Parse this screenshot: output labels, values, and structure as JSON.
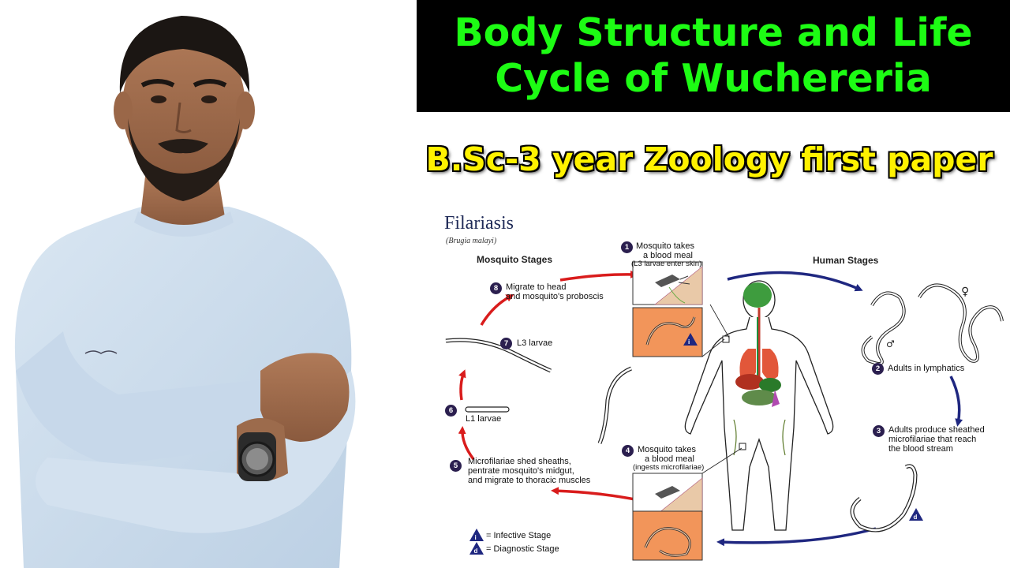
{
  "title": {
    "line1": "Body Structure and Life",
    "line2": "Cycle of Wuchereria"
  },
  "subtitle": "B.Sc-3 year Zoology first paper",
  "diagram": {
    "heading": "Filariasis",
    "species": "(Brugia malayi)",
    "mosquito_stages_label": "Mosquito Stages",
    "human_stages_label": "Human Stages",
    "steps": [
      {
        "num": "1",
        "lines": [
          "Mosquito takes",
          "a blood meal"
        ],
        "note": "(L3 larvae enter skin)"
      },
      {
        "num": "2",
        "lines": [
          "Adults in lymphatics"
        ]
      },
      {
        "num": "3",
        "lines": [
          "Adults produce sheathed",
          "microfilariae that reach",
          "the blood stream"
        ]
      },
      {
        "num": "4",
        "lines": [
          "Mosquito takes",
          "a blood meal"
        ],
        "note": "(ingests microfilariae)"
      },
      {
        "num": "5",
        "lines": [
          "Microfilariae shed sheaths,",
          "pentrate mosquito's midgut,",
          "and migrate to thoracic muscles"
        ]
      },
      {
        "num": "6",
        "lines": [
          "L1 larvae"
        ]
      },
      {
        "num": "7",
        "lines": [
          "L3 larvae"
        ]
      },
      {
        "num": "8",
        "lines": [
          "Migrate to head",
          "and mosquito's proboscis"
        ]
      }
    ],
    "legend": [
      {
        "symbol": "i",
        "text": "= Infective Stage"
      },
      {
        "symbol": "d",
        "text": "= Diagnostic Stage"
      }
    ],
    "sex_symbols": {
      "female": "♀",
      "male": "♂"
    },
    "stage_markers": {
      "infective": "i",
      "diagnostic": "d"
    }
  },
  "colors": {
    "title_green": "#1dfc14",
    "subtitle_yellow": "#fff200",
    "mosquito_arrow_red": "#d91c1c",
    "human_arrow_blue": "#1f2780",
    "step_badge": "#2b1f4f",
    "inset_orange": "#f2955a"
  }
}
